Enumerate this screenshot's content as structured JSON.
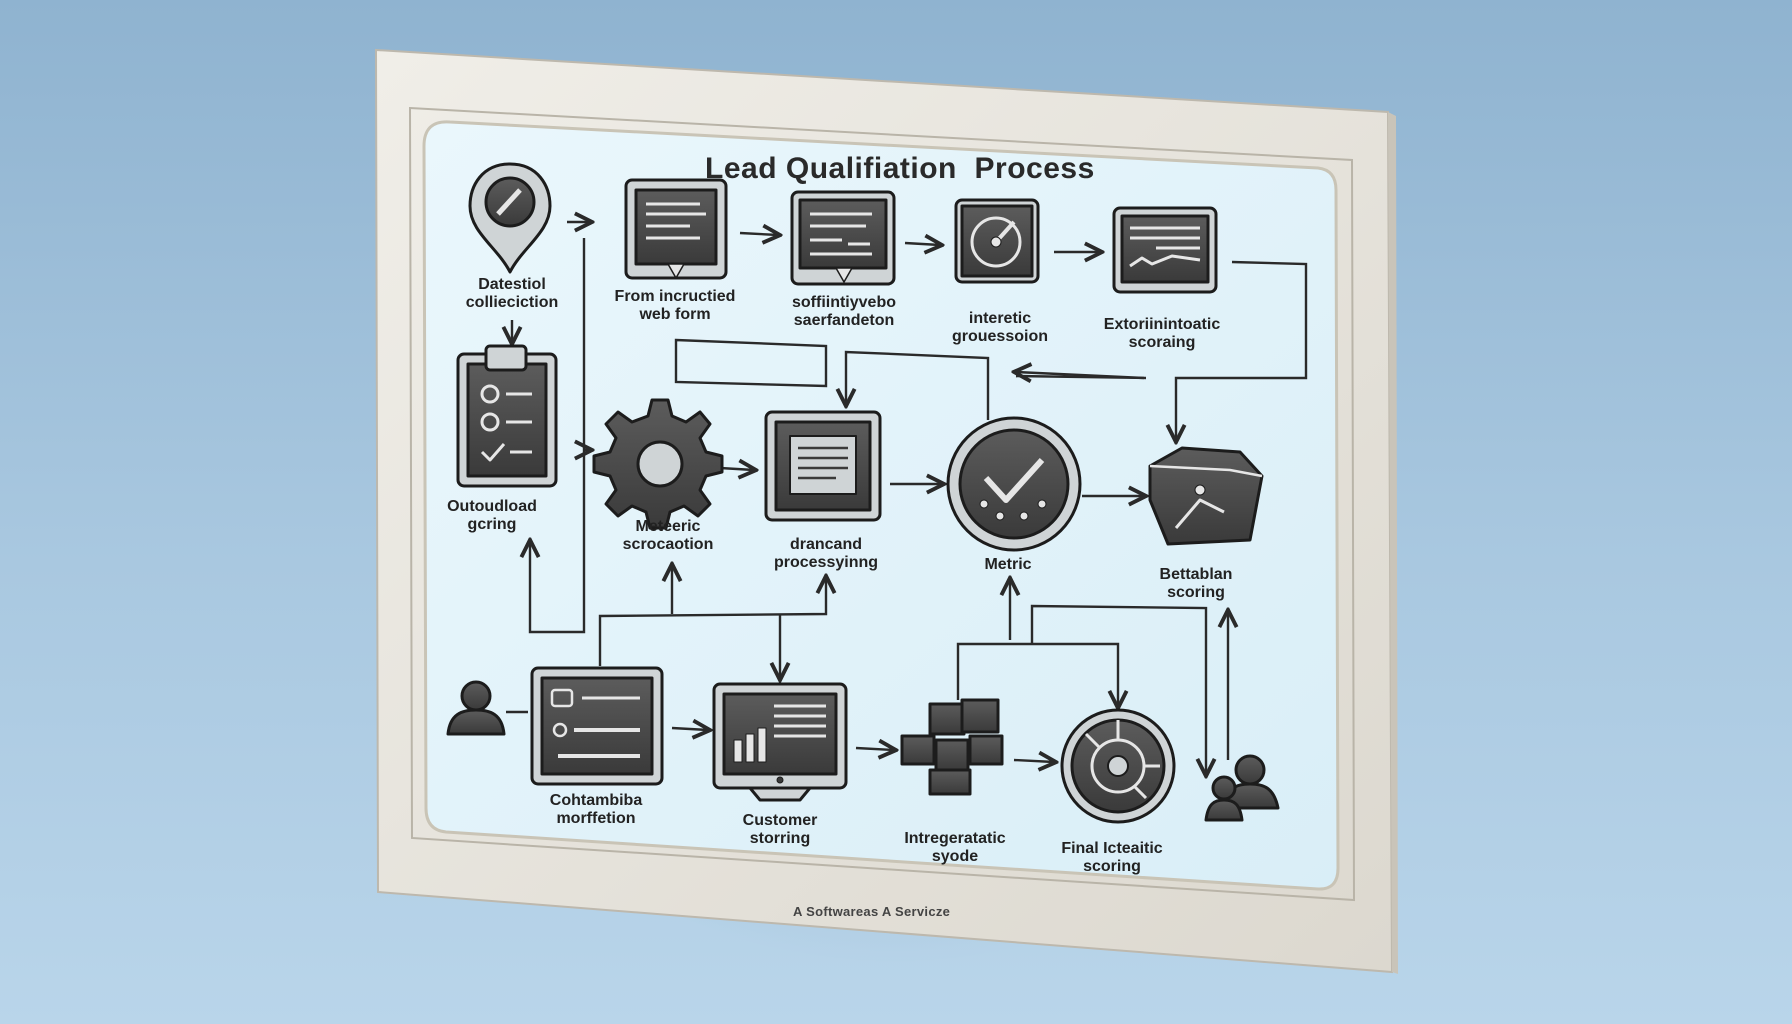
{
  "diagram": {
    "title": "Lead Qualifiation  Process",
    "footer": "A Softwareas A Servicze",
    "colors": {
      "background": "#a9c8e0",
      "board": "#e9e6df",
      "panel": "#e4f3f9",
      "icon_fill": "#4a4a4a",
      "icon_stroke": "#1c1c1c"
    },
    "nodes": [
      {
        "id": "datastiol",
        "label": "Datestiol\ncollieciction",
        "icon": "map-pin-icon"
      },
      {
        "id": "web-form",
        "label": "From incructied\nweb form",
        "icon": "monitor-form-icon"
      },
      {
        "id": "soffi",
        "label": "soffiintiyvebo\nsaerfandeton",
        "icon": "monitor-document-icon"
      },
      {
        "id": "interetic",
        "label": "interetic\ngrouessoion",
        "icon": "gauge-icon"
      },
      {
        "id": "external",
        "label": "Extoriinintoatic\nscoraing",
        "icon": "chart-panel-icon"
      },
      {
        "id": "outbound",
        "label": "Outoudload\ngcring",
        "icon": "clipboard-checklist-icon"
      },
      {
        "id": "meteric",
        "label": "Meteeric\nscrocaotion",
        "icon": "gear-icon"
      },
      {
        "id": "drancand",
        "label": "drancand\nprocessyinng",
        "icon": "document-panel-icon"
      },
      {
        "id": "metric",
        "label": "Metric",
        "icon": "check-badge-icon"
      },
      {
        "id": "bettablan",
        "label": "Bettablan\nscoring",
        "icon": "file-box-icon"
      },
      {
        "id": "user-start",
        "label": "",
        "icon": "user-icon"
      },
      {
        "id": "contambiba",
        "label": "Cohtambiba\nmorffetion",
        "icon": "form-fields-icon"
      },
      {
        "id": "customer",
        "label": "Customer\nstorring",
        "icon": "desktop-chart-icon"
      },
      {
        "id": "intrege",
        "label": "Intregeratatic\nsyode",
        "icon": "cubes-icon"
      },
      {
        "id": "final",
        "label": "Final Icteaitic\nscoring",
        "icon": "radial-chart-icon"
      },
      {
        "id": "user-end",
        "label": "",
        "icon": "users-group-icon"
      }
    ]
  }
}
